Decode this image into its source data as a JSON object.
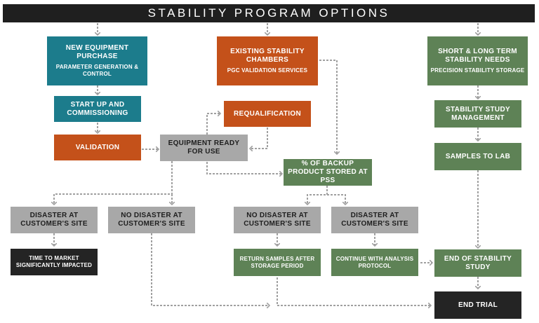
{
  "title": "STABILITY PROGRAM OPTIONS",
  "colors": {
    "equipment_purchase": "#1c7c8c",
    "existing_chambers": "#c4511a",
    "storage": "#5e8256",
    "decision": "#a8a8a8",
    "outcome": "#242424",
    "connector": "#a0a0a0"
  },
  "nodes": {
    "new_equipment": {
      "label": "NEW EQUIPMENT PURCHASE",
      "sub": "PARAMETER GENERATION & CONTROL"
    },
    "startup": {
      "label": "START UP AND COMMISSIONING"
    },
    "validation": {
      "label": "VALIDATION"
    },
    "existing_chambers": {
      "label": "EXISTING STABILITY CHAMBERS",
      "sub": "PGC VALIDATION SERVICES"
    },
    "requalification": {
      "label": "REQUALIFICATION"
    },
    "equipment_ready": {
      "label": "EQUIPMENT READY FOR USE"
    },
    "backup_product": {
      "label": "% OF BACKUP PRODUCT STORED AT PSS"
    },
    "short_long": {
      "label": "SHORT & LONG TERM STABILITY NEEDS",
      "sub": "PRECISION STABILITY STORAGE"
    },
    "study_mgmt": {
      "label": "STABILITY STUDY MANAGEMENT"
    },
    "samples_lab": {
      "label": "SAMPLES TO LAB"
    },
    "disaster_left": {
      "label": "DISASTER AT CUSTOMER'S SITE"
    },
    "no_disaster_left": {
      "label": "NO DISASTER AT CUSTOMER'S SITE"
    },
    "no_disaster_mid": {
      "label": "NO DISASTER AT CUSTOMER'S SITE"
    },
    "disaster_mid": {
      "label": "DISASTER AT CUSTOMER'S SITE"
    },
    "time_to_market": {
      "label": "TIME TO MARKET SIGNIFICANTLY IMPACTED"
    },
    "return_samples": {
      "label": "RETURN SAMPLES AFTER STORAGE PERIOD"
    },
    "continue_analysis": {
      "label": "CONTINUE WITH ANALYSIS PROTOCOL"
    },
    "end_study": {
      "label": "END OF STABILITY STUDY"
    },
    "end_trial": {
      "label": "END TRIAL"
    }
  }
}
